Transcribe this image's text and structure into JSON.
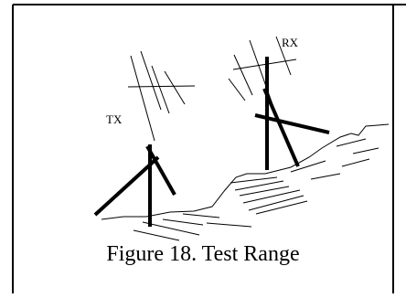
{
  "diagram": {
    "tx_label": "TX",
    "rx_label": "RX",
    "caption": "Figure 18.  Test Range",
    "line_color": "#000000",
    "background": "#ffffff"
  }
}
